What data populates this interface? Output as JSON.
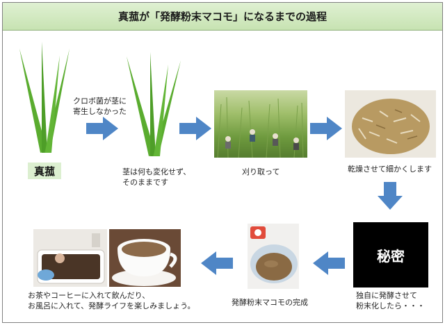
{
  "header": {
    "title": "真菰が「発酵粉末マコモ」になるまでの過程"
  },
  "steps": {
    "makomo_label": "真菰",
    "kurobo_note_line1": "クロボ菌が茎に",
    "kurobo_note_line2": "寄生しなかった",
    "no_change_line1": "茎は何も変化せず、",
    "no_change_line2": "そのままです",
    "harvest": "刈り取って",
    "dry_chop": "乾燥させて細かくします",
    "secret_label": "秘密",
    "ferment_line1": "独自に発酵させて",
    "ferment_line2": "粉末化したら・・・",
    "complete": "発酵粉末マコモの完成",
    "usage_line1": "お茶やコーヒーに入れて飲んだり、",
    "usage_line2": "お風呂に入れて、発酵ライフを楽しみましょう。"
  },
  "colors": {
    "header_bg": "#c7e3b2",
    "grass": "#5aac2f",
    "arrow": "#4f86c6",
    "label_bg": "#dcefd0"
  }
}
